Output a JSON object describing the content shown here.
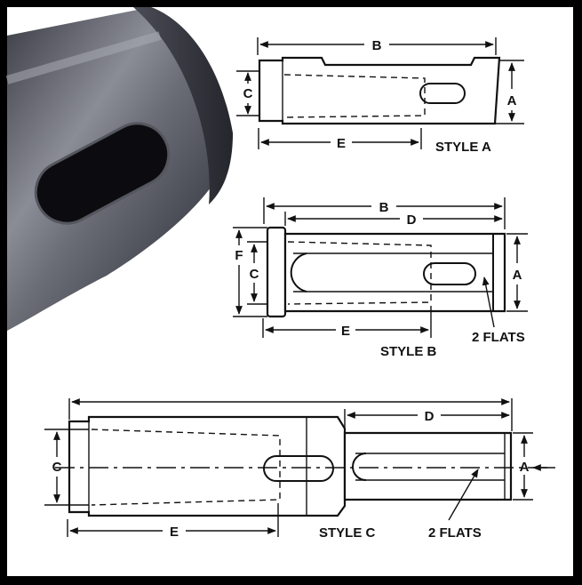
{
  "labels": {
    "a": "A",
    "b": "B",
    "c": "C",
    "d": "D",
    "e": "E",
    "f": "F"
  },
  "styles": {
    "style_a": "STYLE A",
    "style_b": "STYLE B",
    "style_c": "STYLE C"
  },
  "notes": {
    "flats": "2 FLATS"
  },
  "colors": {
    "frame": "#000000",
    "paper": "#ffffff",
    "ink": "#111111",
    "photo_dark": "#2c2c34",
    "photo_mid": "#5b5d66",
    "photo_light": "#8a8c96"
  }
}
